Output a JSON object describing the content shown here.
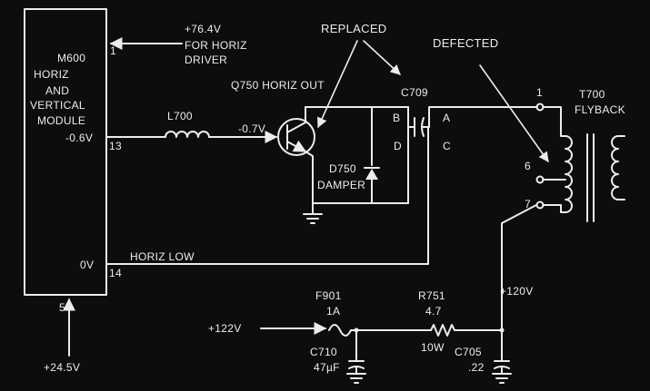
{
  "module": {
    "name_lines": [
      "M600",
      "HORIZ",
      "AND",
      "VERTICAL",
      "MODULE"
    ],
    "pin1": "1",
    "pin13": "13",
    "pin14": "14",
    "pin5": "5",
    "pin13_voltage": "-0.6V",
    "pin14_voltage": "0V"
  },
  "supply_76": {
    "voltage": "+76.4V",
    "note_line1": "FOR HORIZ",
    "note_line2": "DRIVER"
  },
  "supply_245": {
    "voltage": "+24.5V"
  },
  "inductor": {
    "label": "L700"
  },
  "transistor": {
    "label": "Q750 HORIZ OUT",
    "base_voltage": "-0.7V"
  },
  "damper": {
    "label": "D750",
    "name": "DAMPER"
  },
  "capacitor_c709": {
    "label": "C709",
    "pin_b": "B",
    "pin_d": "D",
    "pin_a": "A",
    "pin_c": "C"
  },
  "annotations": {
    "replaced": "REPLACED",
    "defected": "DEFECTED"
  },
  "flyback": {
    "label": "T700",
    "name": "FLYBACK",
    "pin1": "1",
    "pin6": "6",
    "pin7": "7"
  },
  "horiz_low": {
    "label": "HORIZ LOW"
  },
  "fuse": {
    "label": "F901",
    "rating": "1A"
  },
  "supply_122": {
    "voltage": "+122V"
  },
  "resistor": {
    "label": "R751",
    "value": "4.7",
    "power": "10W"
  },
  "supply_120": {
    "voltage": "+120V"
  },
  "c710": {
    "label": "C710",
    "value": "47µF"
  },
  "c705": {
    "label": "C705",
    "value": ".22"
  }
}
